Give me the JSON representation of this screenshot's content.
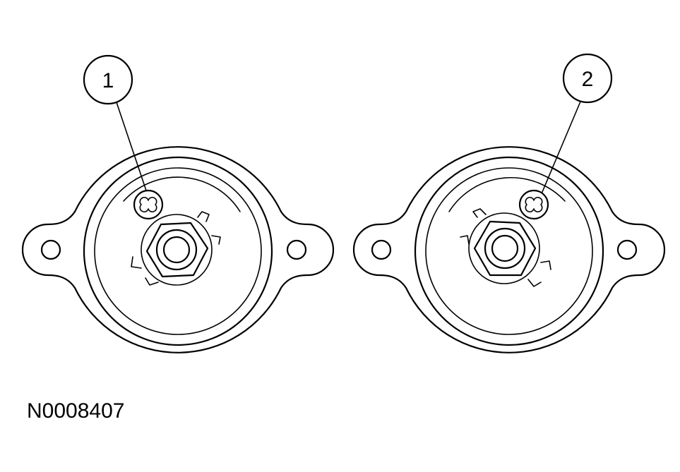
{
  "figure_id": "N0008407",
  "callouts": [
    {
      "label": "1"
    },
    {
      "label": "2"
    }
  ],
  "colors": {
    "line": "#000000",
    "background": "#ffffff"
  }
}
